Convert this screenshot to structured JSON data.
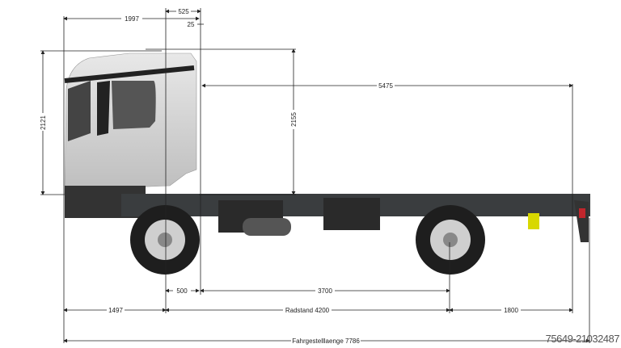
{
  "drawing": {
    "dimensions": {
      "cab_length": "1997",
      "cab_to_frame_gap": "525",
      "small_offset": "25",
      "cab_height": "2121",
      "overall_height": "2155",
      "frame_length_behind_cab": "5475",
      "front_axle_to_body": "500",
      "body_to_rear_axle": "3700",
      "front_overhang": "1497",
      "wheelbase": "Radstand 4200",
      "rear_overhang": "1800",
      "chassis_length": "Fahrgestelllaenge 7786"
    },
    "watermark": "75649-21032487"
  }
}
